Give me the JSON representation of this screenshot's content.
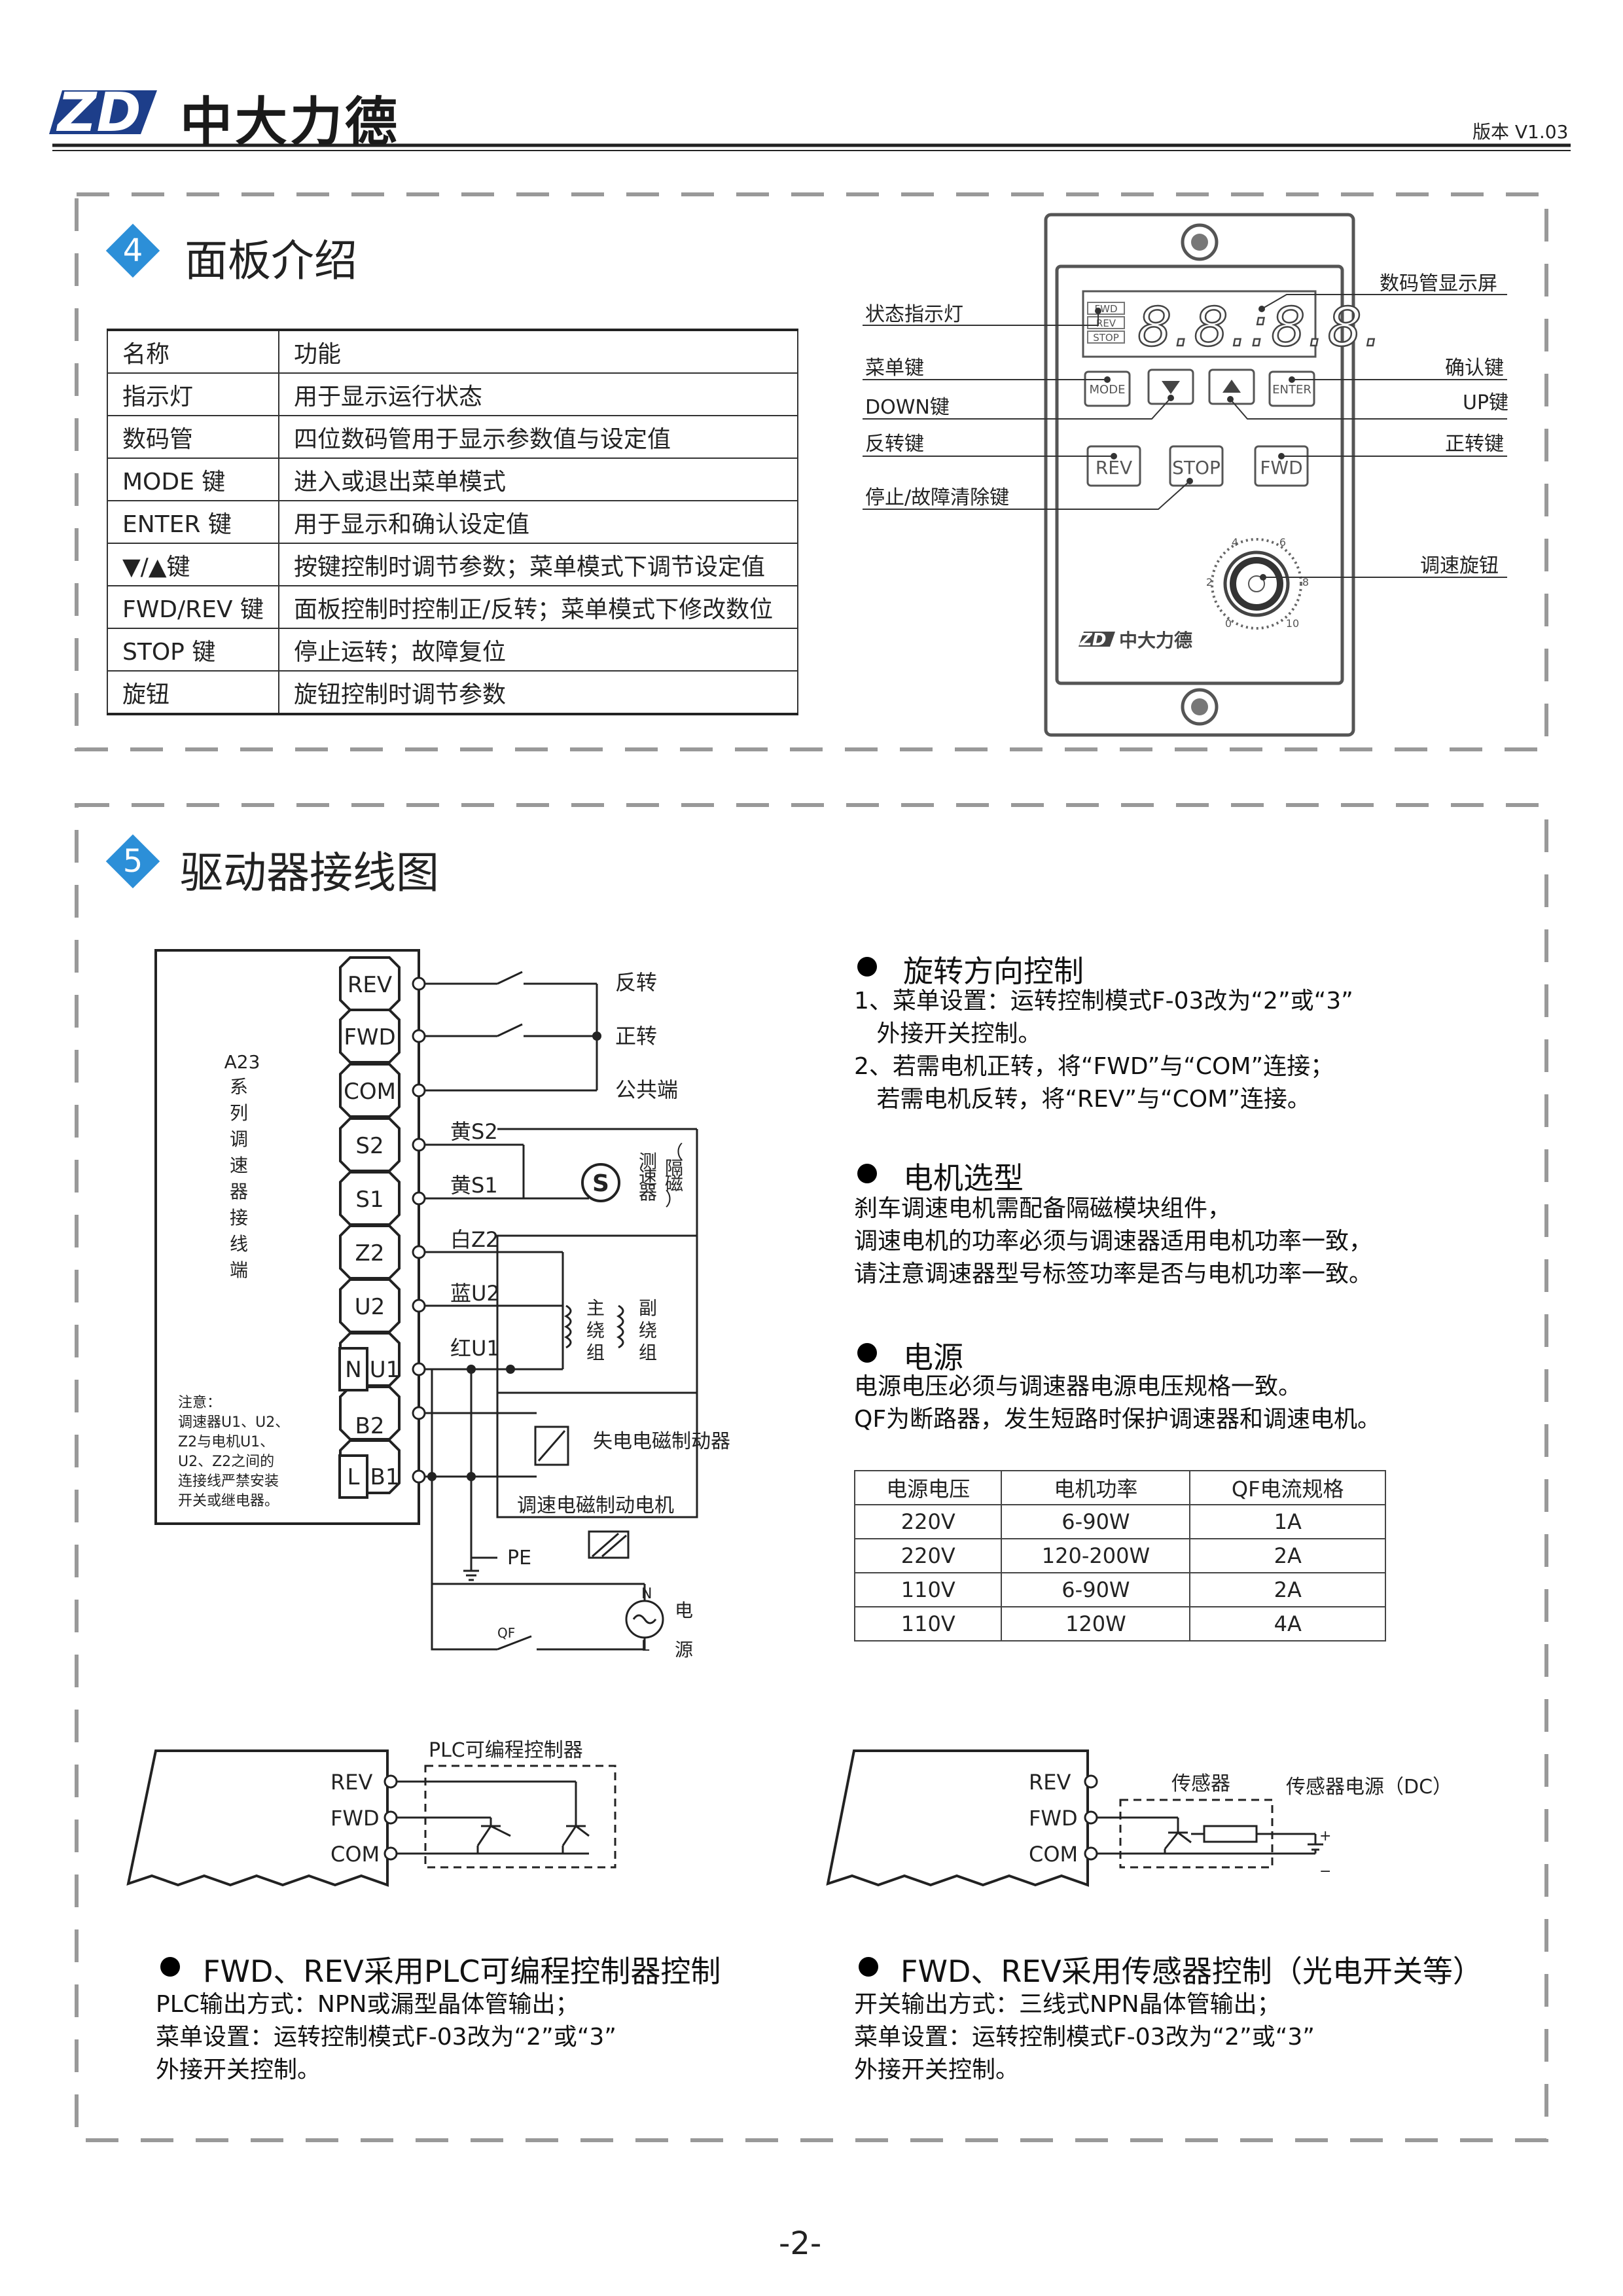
{
  "header": {
    "brand_mark": "ZD",
    "brand_name": "中大力德",
    "version": "版本 V1.03"
  },
  "section4": {
    "number": "4",
    "title": "面板介绍",
    "table": {
      "headers": [
        "名称",
        "功能"
      ],
      "rows": [
        [
          "指示灯",
          "用于显示运行状态"
        ],
        [
          "数码管",
          "四位数码管用于显示参数值与设定值"
        ],
        [
          "MODE 键",
          "进入或退出菜单模式"
        ],
        [
          "ENTER 键",
          "用于显示和确认设定值"
        ],
        [
          "▼/▲键",
          "按键控制时调节参数；菜单模式下调节设定值"
        ],
        [
          "FWD/REV 键",
          "面板控制时控制正/反转；菜单模式下修改数位"
        ],
        [
          "STOP 键",
          "停止运转；故障复位"
        ],
        [
          "旋钮",
          "旋钮控制时调节参数"
        ]
      ]
    },
    "panel": {
      "callouts": {
        "status_led": "状态指示灯",
        "display": "数码管显示屏",
        "menu_key": "菜单键",
        "confirm_key": "确认键",
        "down_key": "DOWN键",
        "up_key": "UP键",
        "rev_key": "反转键",
        "fwd_key": "正转键",
        "stop_key": "停止/故障清除键",
        "knob": "调速旋钮"
      },
      "leds": [
        "FWD",
        "REV",
        "STOP"
      ],
      "digits": "8.8.:8.8.",
      "buttons": {
        "mode": "MODE",
        "enter": "ENTER",
        "rev": "REV",
        "stop": "STOP",
        "fwd": "FWD"
      },
      "knob_scale": [
        "0",
        "2",
        "4",
        "6",
        "8",
        "10"
      ],
      "logo_mark": "ZD",
      "logo_name": "中大力德"
    }
  },
  "section5": {
    "number": "5",
    "title": "驱动器接线图",
    "wiring": {
      "terminal_label": "A23系列调速器接线端",
      "terminals": [
        "REV",
        "FWD",
        "COM",
        "S2",
        "S1",
        "Z2",
        "U2",
        "N",
        "U1",
        "B2",
        "L",
        "B1"
      ],
      "switch_labels": [
        "反转",
        "正转",
        "公共端"
      ],
      "wire_labels": [
        "黄S2",
        "黄S1",
        "白Z2",
        "蓝U2",
        "红U1"
      ],
      "sensor_symbol": "S",
      "sensor_label": "测速器（隔磁）",
      "winding_main": "主绕组",
      "winding_aux": "副绕组",
      "brake_label": "失电电磁制动器",
      "motor_label": "调速电磁制动电机",
      "pe": "PE",
      "qf": "QF",
      "n": "N",
      "l": "L",
      "power": "电源",
      "note_title": "注意：",
      "note_lines": [
        "调速器U1、U2、",
        "Z2与电机U1、",
        "U2、Z2之间的",
        "连接线严禁安装",
        "开关或继电器。"
      ]
    },
    "direction": {
      "title": "旋转方向控制",
      "lines": [
        "1、菜单设置：运转控制模式F-03改为“2”或“3”",
        "   外接开关控制。",
        "2、若需电机正转，将“FWD”与“COM”连接；",
        "   若需电机反转，将“REV”与“COM”连接。"
      ]
    },
    "motor": {
      "title": "电机选型",
      "lines": [
        "刹车调速电机需配备隔磁模块组件，",
        "调速电机的功率必须与调速器适用电机功率一致，",
        "请注意调速器型号标签功率是否与电机功率一致。"
      ]
    },
    "power": {
      "title": "电源",
      "lines": [
        "电源电压必须与调速器电源电压规格一致。",
        "QF为断路器，发生短路时保护调速器和调速电机。"
      ],
      "table": {
        "headers": [
          "电源电压",
          "电机功率",
          "QF电流规格"
        ],
        "rows": [
          [
            "220V",
            "6-90W",
            "1A"
          ],
          [
            "220V",
            "120-200W",
            "2A"
          ],
          [
            "110V",
            "6-90W",
            "2A"
          ],
          [
            "110V",
            "120W",
            "4A"
          ]
        ]
      }
    },
    "plc": {
      "box_label": "PLC可编程控制器",
      "terminals": [
        "REV",
        "FWD",
        "COM"
      ],
      "title": "FWD、REV采用PLC可编程控制器控制",
      "lines": [
        "PLC输出方式：NPN或漏型晶体管输出；",
        "菜单设置：运转控制模式F-03改为“2”或“3”",
        "外接开关控制。"
      ]
    },
    "sensor": {
      "box_label": "传感器",
      "supply_label": "传感器电源（DC）",
      "terminals": [
        "REV",
        "FWD",
        "COM"
      ],
      "plus": "+",
      "minus": "−",
      "title": "FWD、REV采用传感器控制（光电开关等）",
      "lines": [
        "开关输出方式：三线式NPN晶体管输出；",
        "菜单设置：运转控制模式F-03改为“2”或“3”",
        "外接开关控制。"
      ]
    }
  },
  "footer": {
    "page": "-2-"
  }
}
